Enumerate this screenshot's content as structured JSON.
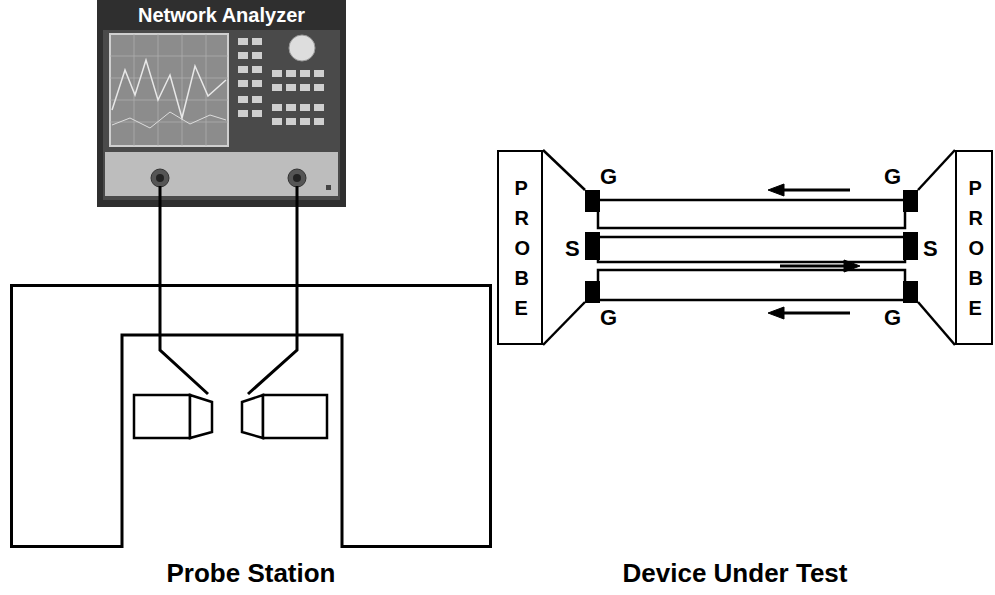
{
  "diagram": {
    "nodes": [
      {
        "text": [
          "Network Analyzer"
        ]
      },
      {
        "text": [
          "Probe Station"
        ]
      },
      {
        "text": [
          "PROBE"
        ]
      },
      {
        "text": [
          "PROBE"
        ]
      }
    ],
    "labels": [
      "G",
      "G",
      "S",
      "S",
      "G",
      "G",
      "Device Under Test"
    ]
  }
}
